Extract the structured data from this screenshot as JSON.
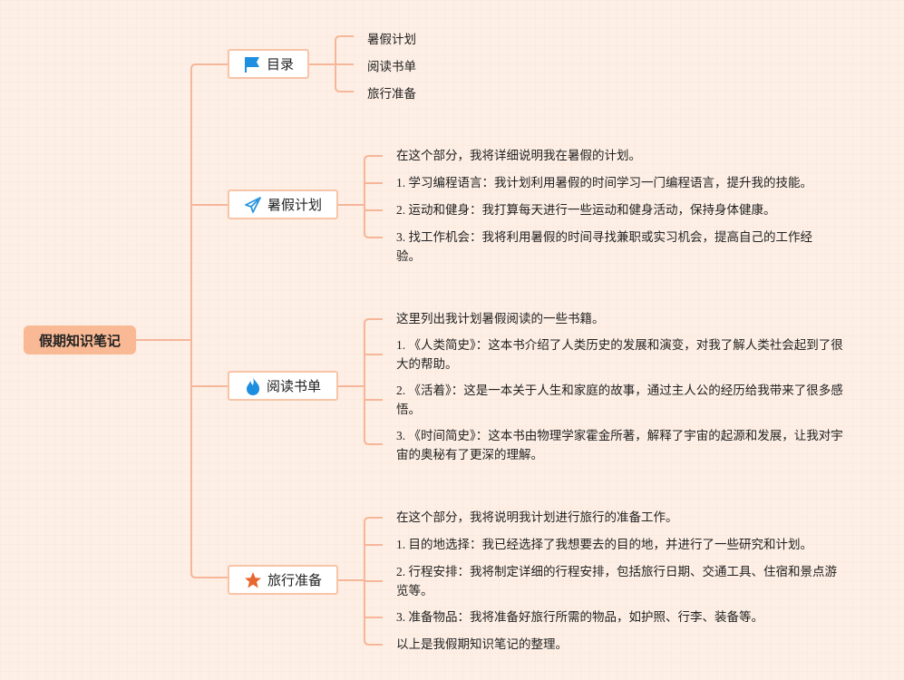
{
  "root": "假期知识笔记",
  "branches": [
    {
      "label": "目录",
      "icon": "flag",
      "items": [
        "暑假计划",
        "阅读书单",
        "旅行准备"
      ]
    },
    {
      "label": "暑假计划",
      "icon": "paper-plane",
      "items": [
        "在这个部分，我将详细说明我在暑假的计划。",
        "1. 学习编程语言：我计划利用暑假的时间学习一门编程语言，提升我的技能。",
        "2. 运动和健身：我打算每天进行一些运动和健身活动，保持身体健康。",
        "3. 找工作机会：我将利用暑假的时间寻找兼职或实习机会，提高自己的工作经验。"
      ]
    },
    {
      "label": "阅读书单",
      "icon": "flame",
      "items": [
        "这里列出我计划暑假阅读的一些书籍。",
        "1. 《人类简史》：这本书介绍了人类历史的发展和演变，对我了解人类社会起到了很大的帮助。",
        "2. 《活着》：这是一本关于人生和家庭的故事，通过主人公的经历给我带来了很多感悟。",
        "3. 《时间简史》：这本书由物理学家霍金所著，解释了宇宙的起源和发展，让我对宇宙的奥秘有了更深的理解。"
      ]
    },
    {
      "label": "旅行准备",
      "icon": "star",
      "items": [
        "在这个部分，我将说明我计划进行旅行的准备工作。",
        "1. 目的地选择：我已经选择了我想要去的目的地，并进行了一些研究和计划。",
        "2. 行程安排：我将制定详细的行程安排，包括旅行日期、交通工具、住宿和景点游览等。",
        "3. 准备物品：我将准备好旅行所需的物品，如护照、行李、装备等。",
        "以上是我假期知识笔记的整理。"
      ]
    }
  ]
}
